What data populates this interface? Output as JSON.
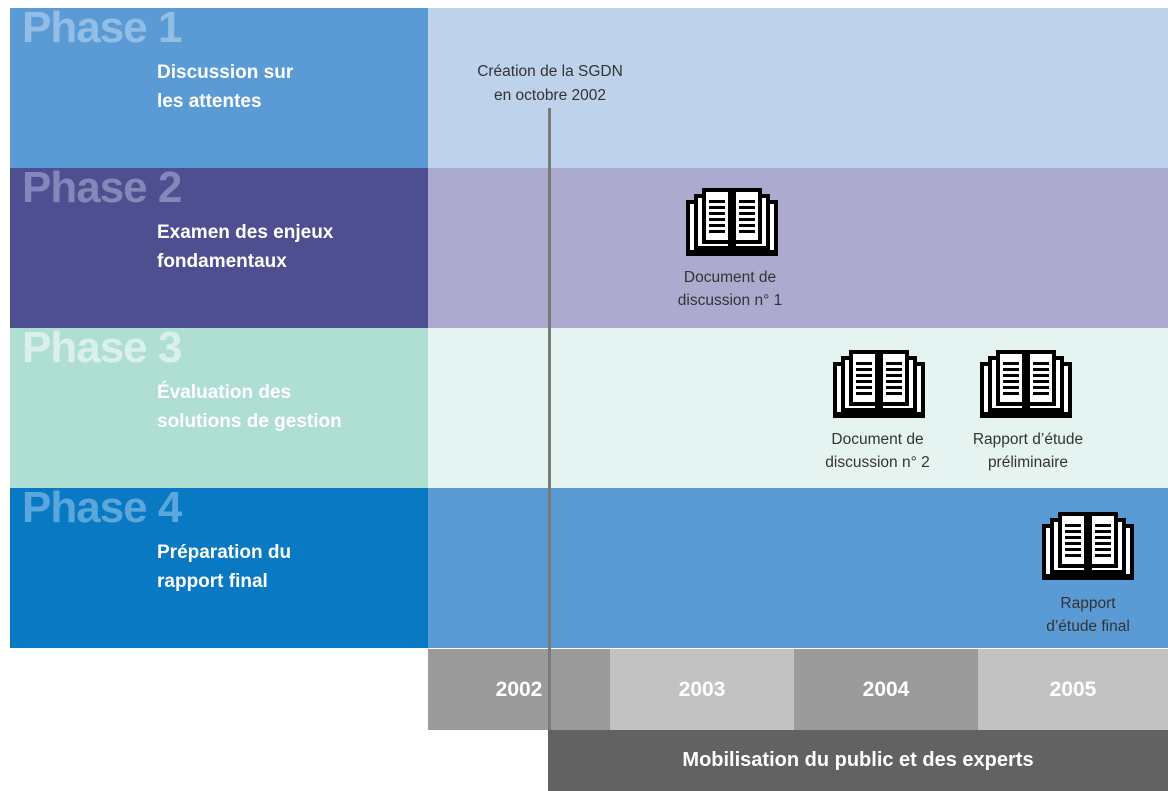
{
  "colors": {
    "phase1_left": "#5b9bd5",
    "phase1_right": "#bed2ec",
    "phase2_left": "#4e4f91",
    "phase2_right": "#adaacf",
    "phase3_left": "#afded3",
    "phase3_right": "#e6f4f1",
    "phase4_left": "#0a79c4",
    "phase4_right": "#5b9bd5",
    "year_dark": "#9b9b9b",
    "year_light": "#c2c2c2",
    "mobilisation": "#626262"
  },
  "phases": [
    {
      "num": "Phase 1",
      "title": "Discussion sur\nles attentes"
    },
    {
      "num": "Phase 2",
      "title": "Examen des enjeux\nfondamentaux"
    },
    {
      "num": "Phase 3",
      "title": "Évaluation des\nsolutions de gestion"
    },
    {
      "num": "Phase 4",
      "title": "Préparation du\nrapport final"
    }
  ],
  "milestone": {
    "label": "Création de la SGDN\nen octobre 2002"
  },
  "documents": [
    {
      "icon": "open-book-icon",
      "label": "Document de\ndiscussion n° 1"
    },
    {
      "icon": "open-book-icon",
      "label": "Document de\ndiscussion n° 2"
    },
    {
      "icon": "open-book-icon",
      "label": "Rapport d’étude\npréliminaire"
    },
    {
      "icon": "open-book-icon",
      "label": "Rapport\nd’étude final"
    }
  ],
  "years": [
    "2002",
    "2003",
    "2004",
    "2005"
  ],
  "mobilisation": "Mobilisation du public et des experts"
}
